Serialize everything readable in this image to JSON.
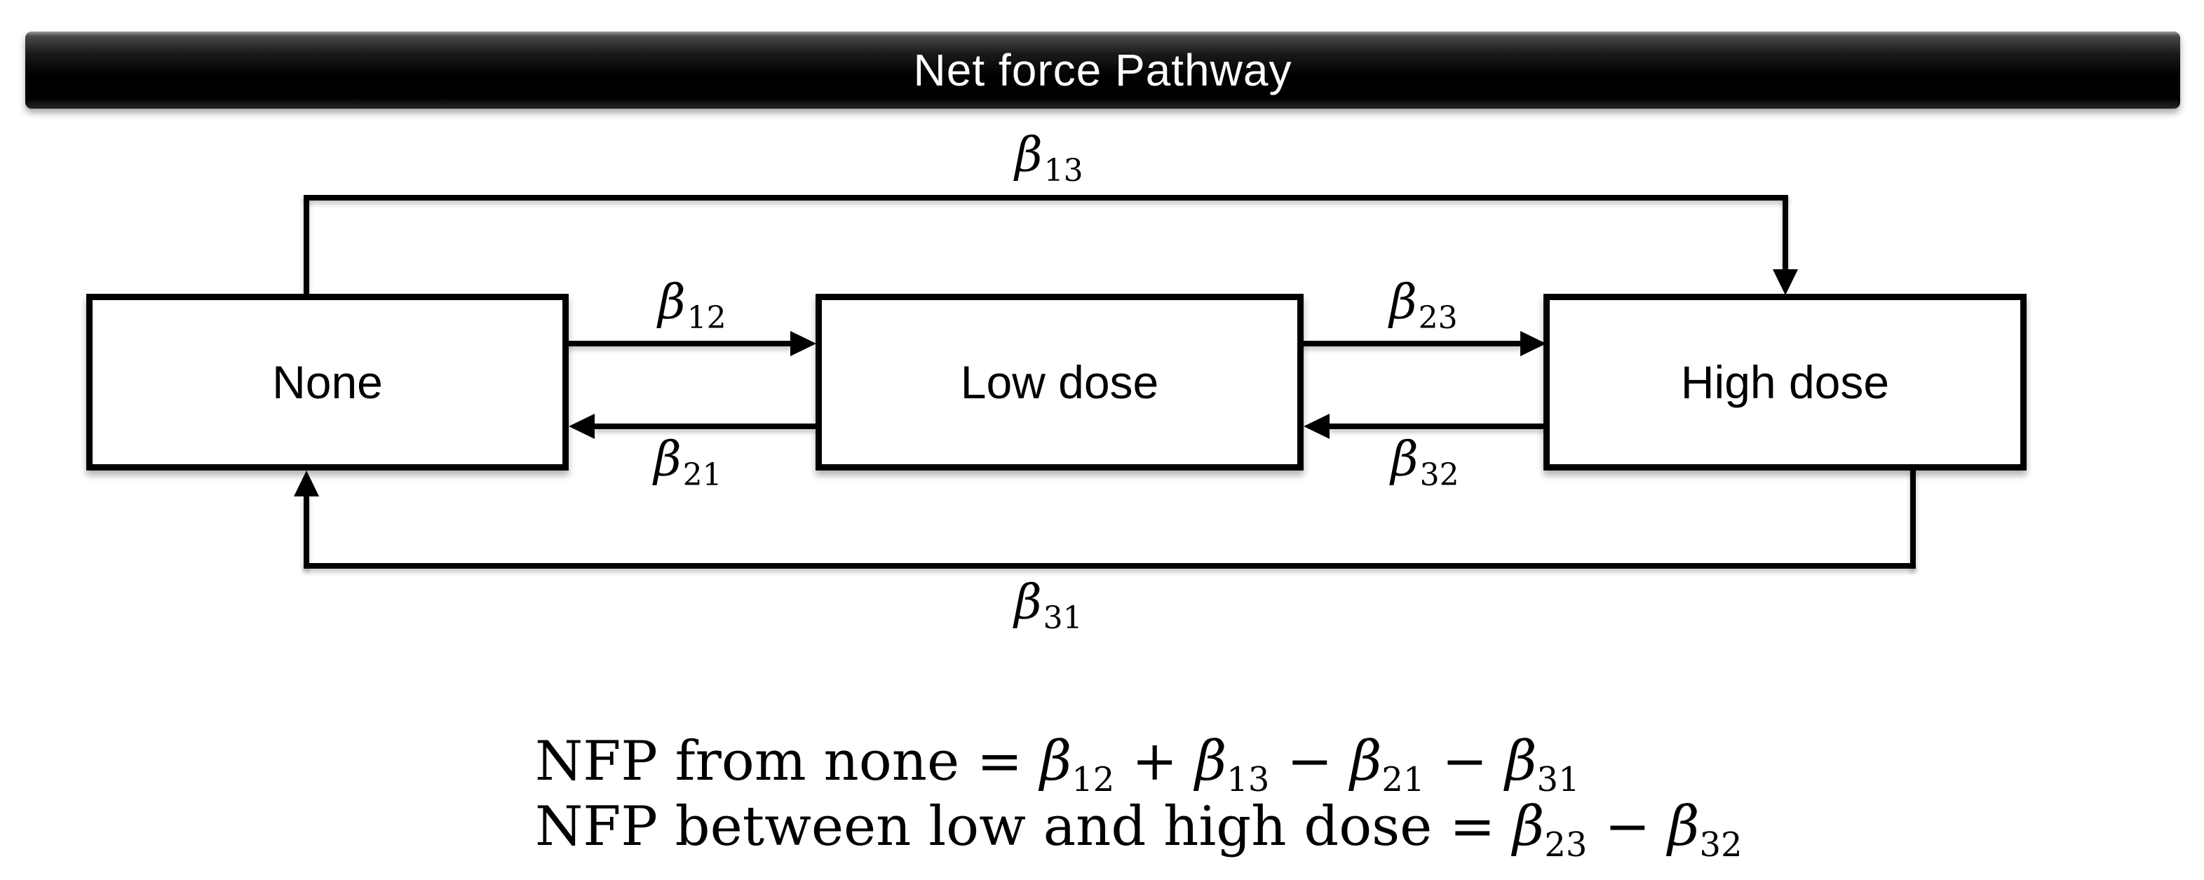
{
  "title": "Net force Pathway",
  "colors": {
    "line": "#000000",
    "background": "#ffffff",
    "title_bar": "#000000",
    "title_text": "#ffffff"
  },
  "nodes": [
    {
      "id": "none",
      "label": "None"
    },
    {
      "id": "low-dose",
      "label": "Low dose"
    },
    {
      "id": "high-dose",
      "label": "High dose"
    }
  ],
  "edges": [
    {
      "id": "beta13",
      "base": "β",
      "sub": "13",
      "from": "none",
      "to": "high-dose"
    },
    {
      "id": "beta12",
      "base": "β",
      "sub": "12",
      "from": "none",
      "to": "low-dose"
    },
    {
      "id": "beta21",
      "base": "β",
      "sub": "21",
      "from": "low-dose",
      "to": "none"
    },
    {
      "id": "beta23",
      "base": "β",
      "sub": "23",
      "from": "low-dose",
      "to": "high-dose"
    },
    {
      "id": "beta32",
      "base": "β",
      "sub": "32",
      "from": "high-dose",
      "to": "low-dose"
    },
    {
      "id": "beta31",
      "base": "β",
      "sub": "31",
      "from": "high-dose",
      "to": "none"
    }
  ],
  "formulas": {
    "line1": [
      {
        "s": "rm",
        "t": "NFP from none = "
      },
      {
        "s": "it",
        "t": "β"
      },
      {
        "s": "sub",
        "t": "12"
      },
      {
        "s": "rm",
        "t": " + "
      },
      {
        "s": "it",
        "t": "β"
      },
      {
        "s": "sub",
        "t": "13"
      },
      {
        "s": "rm",
        "t": " − "
      },
      {
        "s": "it",
        "t": "β"
      },
      {
        "s": "sub",
        "t": "21"
      },
      {
        "s": "rm",
        "t": " − "
      },
      {
        "s": "it",
        "t": "β"
      },
      {
        "s": "sub",
        "t": "31"
      }
    ],
    "line2": [
      {
        "s": "rm",
        "t": "NFP between low and high dose = "
      },
      {
        "s": "it",
        "t": "β"
      },
      {
        "s": "sub",
        "t": "23"
      },
      {
        "s": "rm",
        "t": " − "
      },
      {
        "s": "it",
        "t": "β"
      },
      {
        "s": "sub",
        "t": "32"
      }
    ]
  }
}
